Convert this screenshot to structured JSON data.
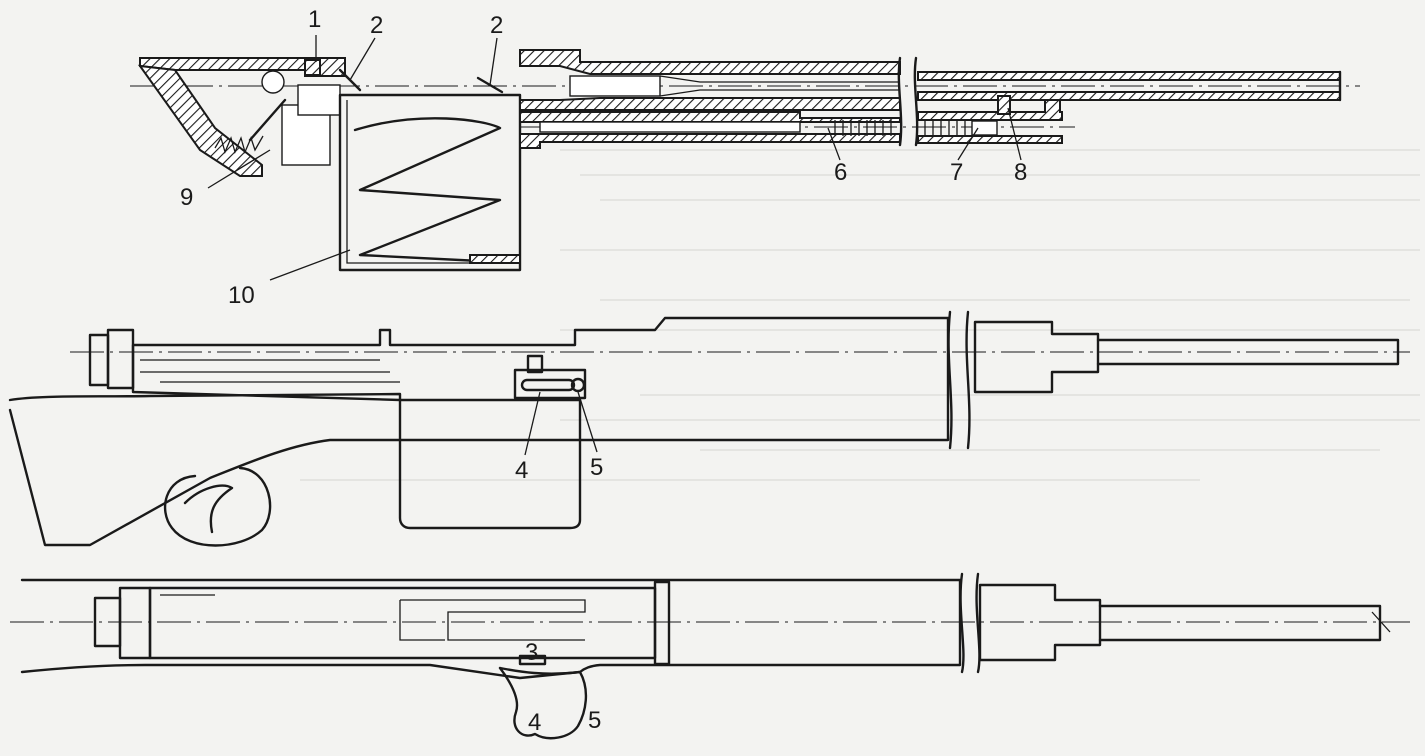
{
  "figure": {
    "colors": {
      "paper": "#f3f3f1",
      "ink": "#1a1a1a"
    },
    "callouts": [
      {
        "id": "c1",
        "text": "1"
      },
      {
        "id": "c2a",
        "text": "2"
      },
      {
        "id": "c2b",
        "text": "2"
      },
      {
        "id": "c6",
        "text": "6"
      },
      {
        "id": "c7",
        "text": "7"
      },
      {
        "id": "c8",
        "text": "8"
      },
      {
        "id": "c9",
        "text": "9"
      },
      {
        "id": "c10",
        "text": "10"
      },
      {
        "id": "c4s",
        "text": "4"
      },
      {
        "id": "c5s",
        "text": "5"
      },
      {
        "id": "c3t",
        "text": "3"
      },
      {
        "id": "c4t",
        "text": "4"
      },
      {
        "id": "c5t",
        "text": "5"
      }
    ]
  }
}
